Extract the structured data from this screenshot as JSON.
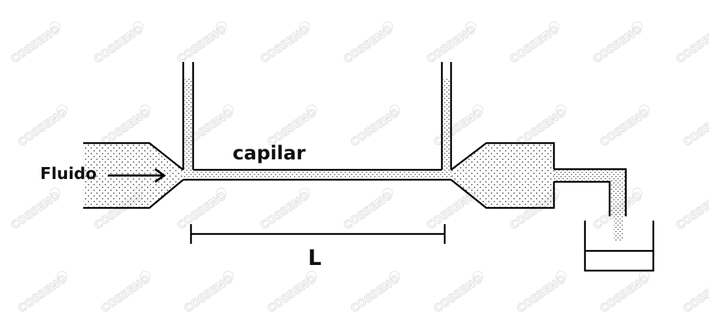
{
  "labels": {
    "fluid": "Fluido",
    "capillary": "capilar",
    "length": "L"
  },
  "watermark": {
    "text": "COSSENO"
  },
  "colors": {
    "line": "#000000",
    "fluid_dots": "#333333",
    "watermark": "#dcdcdc",
    "background": "#ffffff"
  }
}
